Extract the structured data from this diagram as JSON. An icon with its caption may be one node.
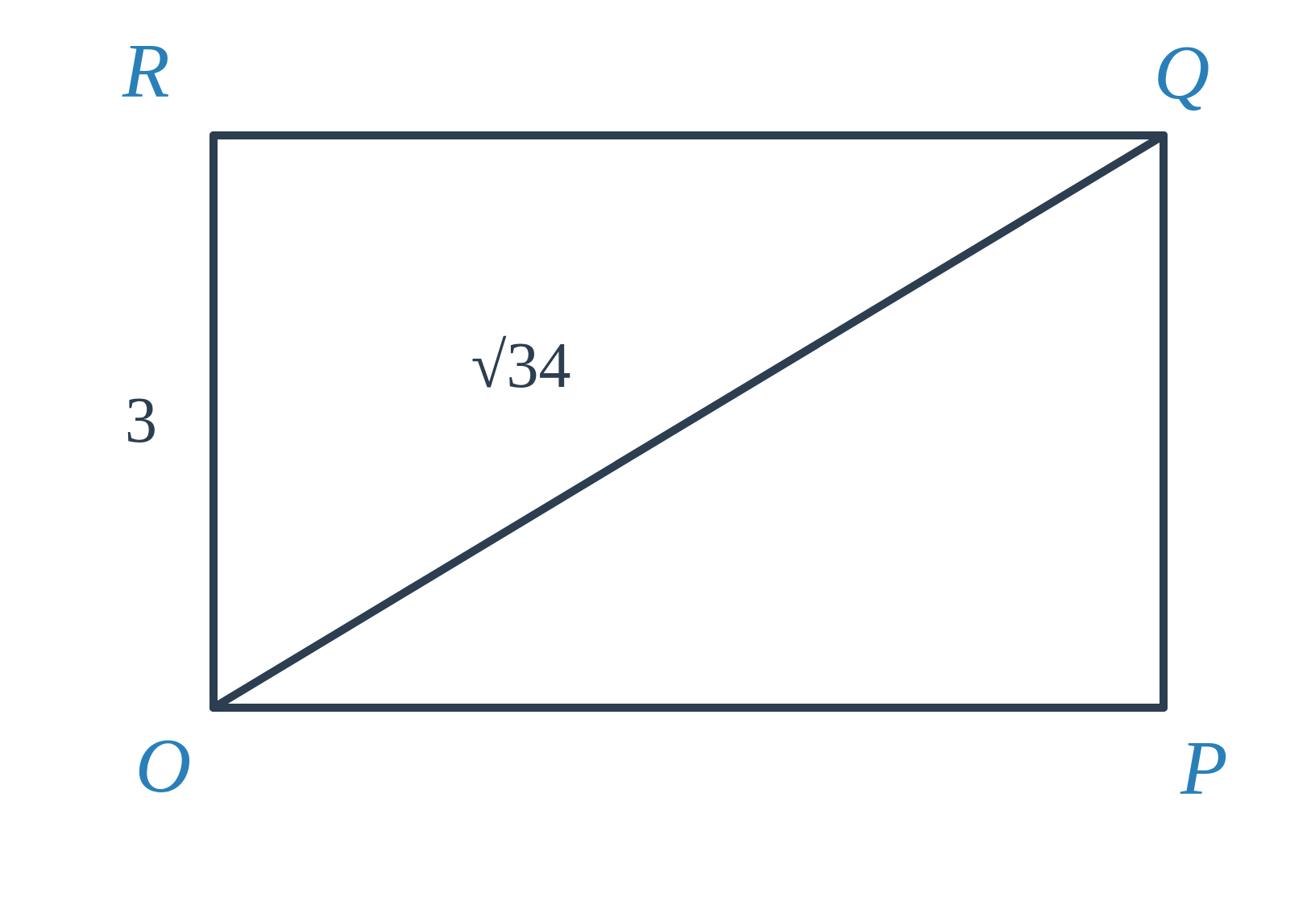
{
  "diagram": {
    "nodes": [
      {
        "text": [
          "R"
        ]
      },
      {
        "text": [
          "Q"
        ]
      },
      {
        "text": [
          "O"
        ]
      },
      {
        "text": [
          "P"
        ]
      }
    ],
    "edges": [
      {
        "from": 0,
        "to": 1,
        "arrow": "none"
      },
      {
        "from": 1,
        "to": 3,
        "arrow": "none"
      },
      {
        "from": 3,
        "to": 2,
        "arrow": "none"
      },
      {
        "from": 2,
        "to": 0,
        "label": "3",
        "arrow": "none"
      },
      {
        "from": 2,
        "to": 1,
        "label": "√34",
        "arrow": "none"
      }
    ]
  }
}
